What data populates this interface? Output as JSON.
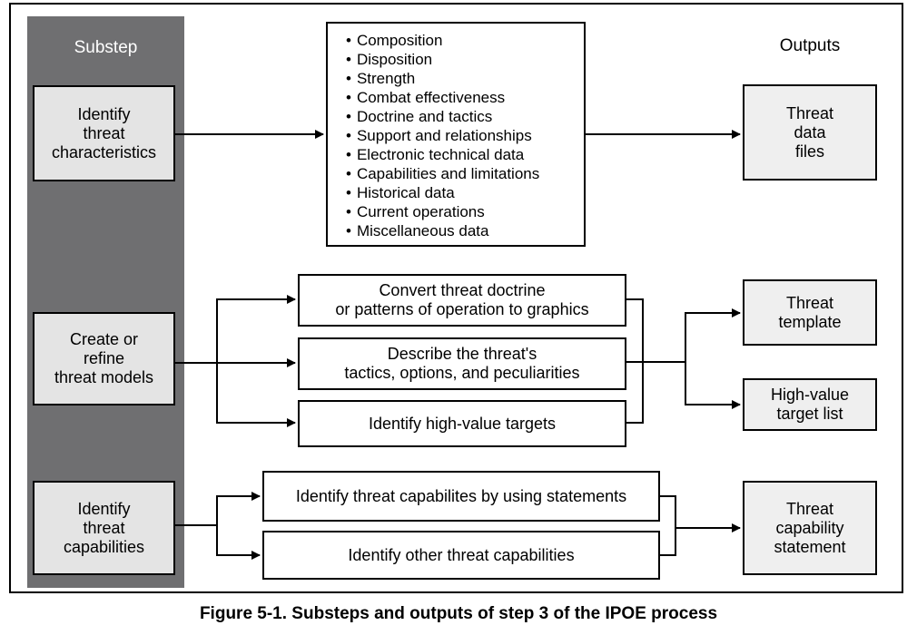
{
  "headers": {
    "substep": "Substep",
    "outputs": "Outputs"
  },
  "substeps": [
    "Identify\nthreat\ncharacteristics",
    "Create or\nrefine\nthreat models",
    "Identify\nthreat\ncapabilities"
  ],
  "characteristics": [
    "Composition",
    "Disposition",
    "Strength",
    "Combat effectiveness",
    "Doctrine and tactics",
    "Support and relationships",
    "Electronic technical data",
    "Capabilities and limitations",
    "Historical data",
    "Current operations",
    "Miscellaneous data"
  ],
  "model_tasks": [
    "Convert threat doctrine\nor patterns of operation to graphics",
    "Describe the threat's\ntactics, options, and peculiarities",
    "Identify high-value targets"
  ],
  "capability_tasks": [
    "Identify threat capabilites by using statements",
    "Identify other threat capabilities"
  ],
  "outputs": [
    "Threat\ndata\nfiles",
    "Threat\ntemplate",
    "High-value\ntarget list",
    "Threat\ncapability\nstatement"
  ],
  "caption": "Figure 5-1. Substeps and outputs of step 3 of the IPOE process",
  "colors": {
    "substep_column": "#6f6f71",
    "substep_box": "#e4e4e4",
    "output_box": "#efefef"
  }
}
